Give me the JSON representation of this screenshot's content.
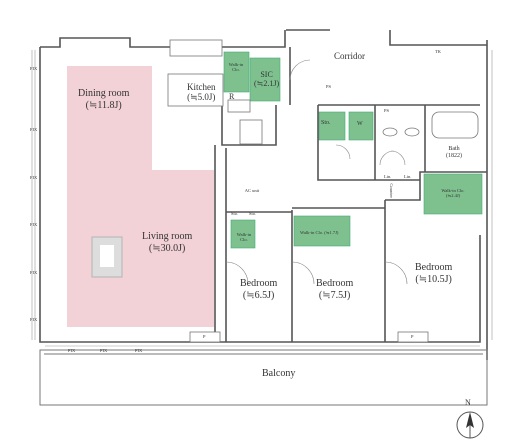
{
  "rooms": {
    "dining": {
      "name": "Dining room",
      "area": "(≒11.8J)"
    },
    "living": {
      "name": "Living room",
      "area": "(≒30.0J)"
    },
    "kitchen": {
      "name": "Kitchen",
      "area": "(≒5.0J)"
    },
    "sic": {
      "name": "SIC",
      "area": "(≒2.1J)"
    },
    "bedroom1": {
      "name": "Bedroom",
      "area": "(≒6.5J)"
    },
    "bedroom2": {
      "name": "Bedroom",
      "area": "(≒7.5J)"
    },
    "bedroom3": {
      "name": "Bedroom",
      "area": "(≒10.5J)"
    },
    "corridor": {
      "name": "Corridor"
    },
    "balcony": {
      "name": "Balcony"
    },
    "bath": {
      "name": "Bath",
      "area": "(1822)"
    }
  },
  "small_labels": {
    "walkin_kitchen": "Walk-in Clo.",
    "r": "R",
    "ps1": "PS",
    "ps2": "PS",
    "tk": "TK",
    "sto1": "Sto.",
    "w": "W",
    "ac": "AC unit",
    "sto2": "Sto.",
    "sto3": "Sto.",
    "walkin_living": "Walk-in Clo.",
    "walkin_bed2": "Walk-in Clo. (≒1.7J)",
    "walkin_bed3": "Walk-in Clo. (≒2.4J)",
    "lin1": "Lin.",
    "lin2": "Lin.",
    "counter": "Counter",
    "p1": "P",
    "p2": "P"
  },
  "edge_labels": {
    "fix": "FIX"
  },
  "north": {
    "letter": "N"
  },
  "colors": {
    "living_fill": "#f2d2d6",
    "closet_fill": "#7ec18f",
    "wall": "#555555",
    "window": "#999999"
  }
}
